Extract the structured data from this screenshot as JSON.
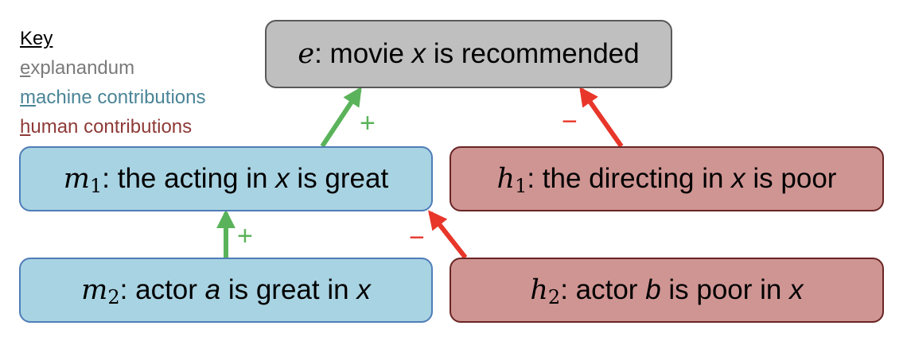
{
  "key": {
    "title": "Key",
    "explanandum": {
      "first": "e",
      "rest": "xplanandum"
    },
    "machine": {
      "first": "m",
      "rest": "achine contributions"
    },
    "human": {
      "first": "h",
      "rest": "uman contributions"
    }
  },
  "nodes": {
    "e": {
      "symbol": "e",
      "subscript": "",
      "text_pre": ": movie ",
      "var": "x",
      "text_post": " is recommended"
    },
    "m1": {
      "symbol": "m",
      "subscript": "1",
      "text_pre": ": the acting in ",
      "var": "x",
      "text_post": " is great"
    },
    "h1": {
      "symbol": "h",
      "subscript": "1",
      "text_pre": ": the directing in ",
      "var": "x",
      "text_post": " is poor"
    },
    "m2": {
      "symbol": "m",
      "subscript": "2",
      "text_pre": ": actor ",
      "var": "a",
      "text_mid": " is great in ",
      "var2": "x"
    },
    "h2": {
      "symbol": "h",
      "subscript": "2",
      "text_pre": ": actor ",
      "var": "b",
      "text_mid": " is poor in ",
      "var2": "x"
    }
  },
  "edges": [
    {
      "from": "m1",
      "to": "e",
      "sign": "+",
      "type": "support"
    },
    {
      "from": "h1",
      "to": "e",
      "sign": "−",
      "type": "attack"
    },
    {
      "from": "m2",
      "to": "m1",
      "sign": "+",
      "type": "support"
    },
    {
      "from": "h2",
      "to": "m1",
      "sign": "−",
      "type": "attack"
    }
  ],
  "colors": {
    "support_arrow": "#5ab35a",
    "attack_arrow": "#e8362a",
    "explanandum_fill": "#bfbfbf",
    "machine_fill": "#a8d3e2",
    "human_fill": "#cf9593"
  }
}
